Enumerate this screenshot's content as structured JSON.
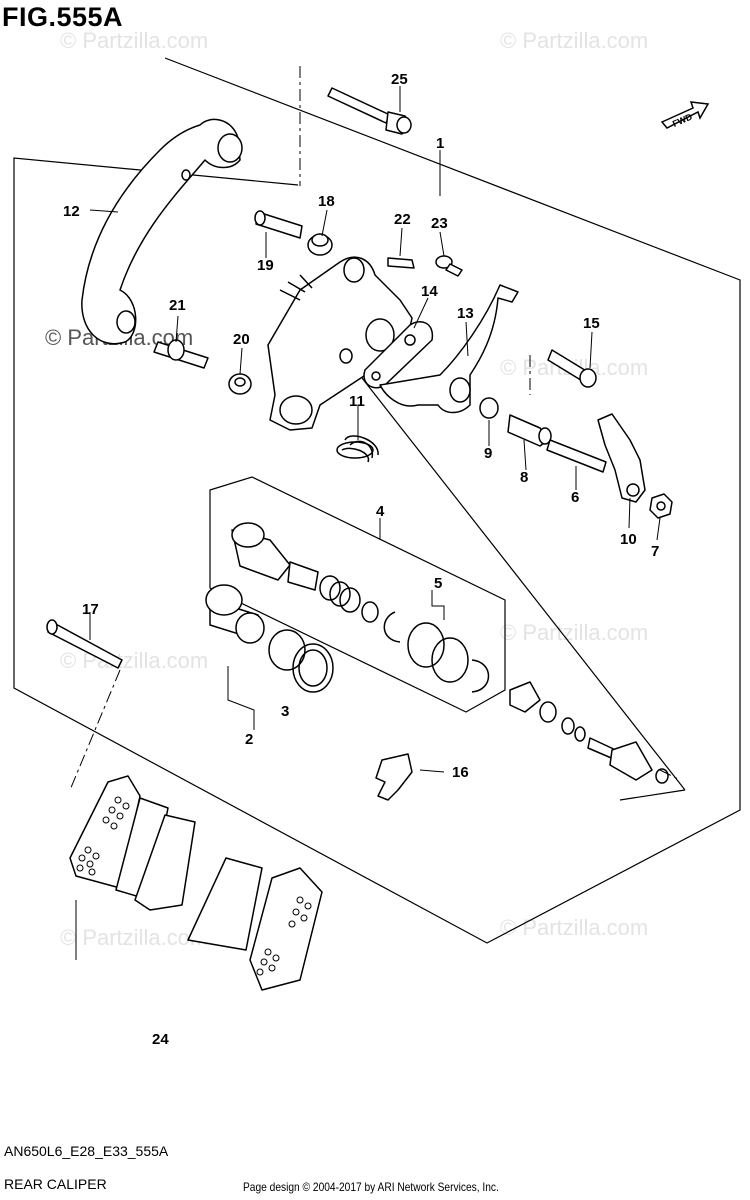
{
  "figure": {
    "title": "FIG.555A",
    "code": "AN650L6_E28_E33_555A",
    "name": "REAR CALIPER",
    "copyright": "Page design © 2004-2017 by ARI Network Services, Inc.",
    "fwd_label": "FWD"
  },
  "watermarks": [
    "© Partzilla.com",
    "© Partzilla.com",
    "© Partzilla.com",
    "© Partzilla.com",
    "© Partzilla.com",
    "© Partzilla.com",
    "© Partzilla.com",
    "© Partzilla.com"
  ],
  "callouts": [
    "25",
    "1",
    "12",
    "18",
    "22",
    "23",
    "19",
    "21",
    "14",
    "13",
    "15",
    "20",
    "11",
    "9",
    "8",
    "6",
    "10",
    "7",
    "4",
    "5",
    "17",
    "3",
    "2",
    "16",
    "24"
  ],
  "colors": {
    "line": "#000000",
    "watermark": "#e3e3e3",
    "part_fill": "#ffffff"
  }
}
